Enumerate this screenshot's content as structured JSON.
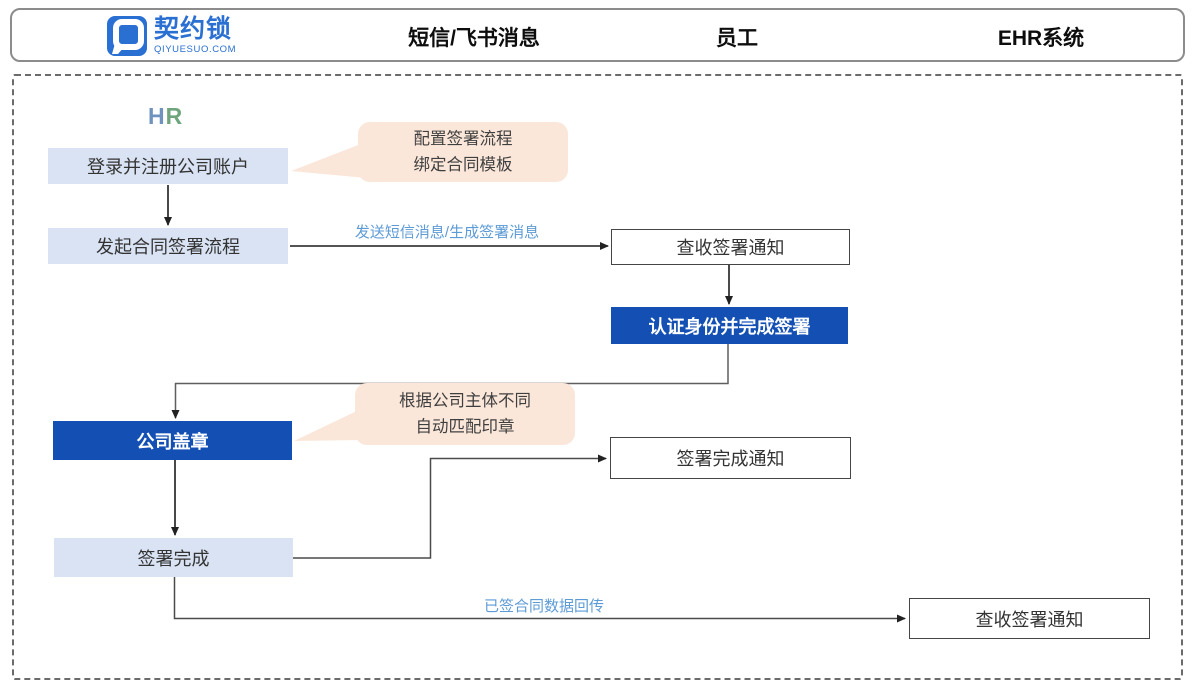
{
  "header": {
    "logo": {
      "brand": "契约锁",
      "domain": "QIYUESUO.COM"
    },
    "columns": [
      {
        "label": "短信/飞书消息"
      },
      {
        "label": "员工"
      },
      {
        "label": "EHR系统"
      }
    ]
  },
  "flow": {
    "hr_label": {
      "h": "H",
      "r": "R"
    },
    "nodes": {
      "login": {
        "label": "登录并注册公司账户"
      },
      "initiate": {
        "label": "发起合同签署流程"
      },
      "check_notice": {
        "label": "查收签署通知"
      },
      "auth_sign": {
        "label": "认证身份并完成签署"
      },
      "company_seal": {
        "label": "公司盖章"
      },
      "sign_complete": {
        "label": "签署完成"
      },
      "complete_notice": {
        "label": "签署完成通知"
      },
      "check_notice_ehr": {
        "label": "查收签署通知"
      }
    },
    "callouts": {
      "configure": {
        "line1": "配置签署流程",
        "line2": "绑定合同模板"
      },
      "seal_match": {
        "line1": "根据公司主体不同",
        "line2": "自动匹配印章"
      }
    },
    "edge_labels": {
      "send_message": "发送短信消息/生成签署消息",
      "data_return": "已签合同数据回传"
    }
  },
  "colors": {
    "brand_blue": "#2a6fd2",
    "dark_node_blue": "#1450b4",
    "light_node_blue": "#d9e3f3",
    "callout_peach": "#fbe7da",
    "edge_label_blue": "#5d9bd6",
    "hr_h_color": "#6f93be",
    "hr_r_color": "#6fa57d"
  }
}
